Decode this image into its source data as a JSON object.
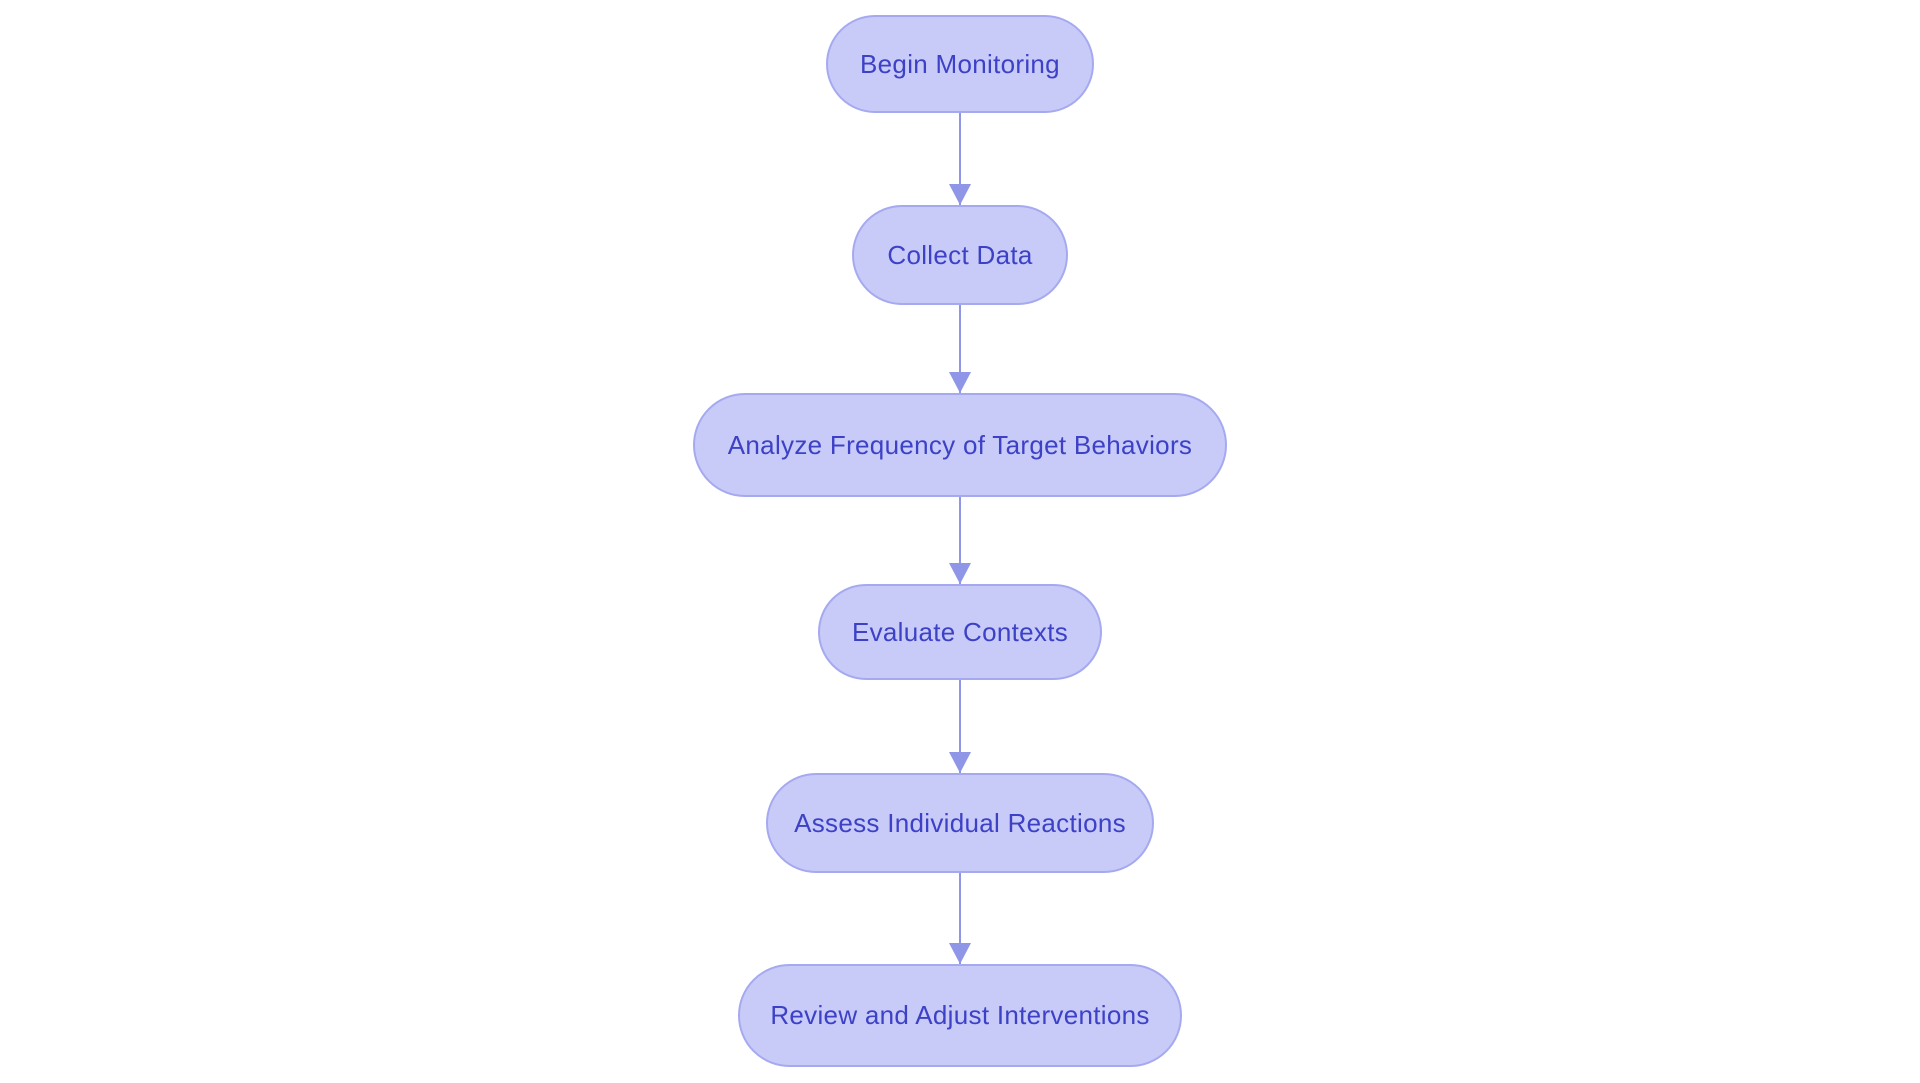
{
  "colors": {
    "background": "#ffffff",
    "node_fill": "#c8caf8",
    "node_border": "#a5aaf0",
    "node_text": "#3c41c6",
    "arrow_color": "#8f96e8"
  },
  "flowchart": {
    "type": "flowchart",
    "direction": "top-to-bottom",
    "nodes": [
      {
        "id": "begin-monitoring",
        "label": "Begin Monitoring"
      },
      {
        "id": "collect-data",
        "label": "Collect Data"
      },
      {
        "id": "analyze-frequency",
        "label": "Analyze Frequency of Target Behaviors"
      },
      {
        "id": "evaluate-contexts",
        "label": "Evaluate Contexts"
      },
      {
        "id": "assess-reactions",
        "label": "Assess Individual Reactions"
      },
      {
        "id": "review-adjust",
        "label": "Review and Adjust Interventions"
      }
    ],
    "edges": [
      {
        "from": "begin-monitoring",
        "to": "collect-data"
      },
      {
        "from": "collect-data",
        "to": "analyze-frequency"
      },
      {
        "from": "analyze-frequency",
        "to": "evaluate-contexts"
      },
      {
        "from": "evaluate-contexts",
        "to": "assess-reactions"
      },
      {
        "from": "assess-reactions",
        "to": "review-adjust"
      }
    ]
  }
}
